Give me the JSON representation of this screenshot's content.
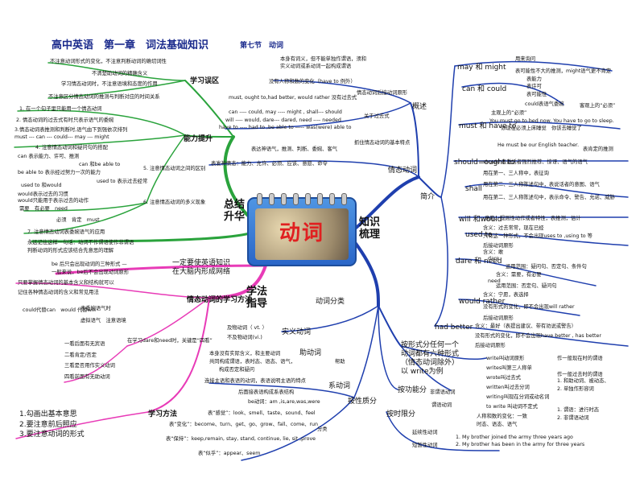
{
  "header": {
    "title": "高中英语　第一章　词法基础知识",
    "section": "第七节　动词"
  },
  "center": {
    "label": "动词"
  },
  "main_nodes": {
    "zongjie": "总结\n升华",
    "zhishi": "知识\n梳理",
    "xuefa": "学法\n指导"
  },
  "left_top": {
    "xuexi_wuqu": "学习误区",
    "wuqu_items": [
      "不注意动词形式的变化，不注意判断动词的确切词性",
      "不清楚助动词的精确含义",
      "学习情态动词时，不注意语境和态度的作用",
      "不注意区分情态动词的推测与判断对应的时间关系"
    ],
    "nengli_tisheng": "能力提升",
    "nengli_items": [
      "1. 在一个句子里只能用一个情态动词",
      "2. 情态动词的过去式有时只表示语气的委婉",
      "3.情态动词表推测和判断时,语气由下到强依次排列",
      "must --- can --- could--- may --- might",
      "4. 注意情态动词和疑问句的搭配"
    ],
    "diff_items": [
      "can 表示能力、许可、推测",
      "can 和be able to",
      "be able to 表示经过努力一次的能力",
      "used to 表示过去经常",
      "used to 和would",
      "would表示过去的习惯",
      "would只能用于表示过去的动作",
      "5. 注意情态动词之间的区别"
    ],
    "dual_items": [
      "6. 注意情态动词的多义现象",
      "需要　有必要　need",
      "必须　肯定　must",
      "7. 注意情态动词表委婉语气的应用"
    ],
    "summary": [
      "永远记住这样一句话：动词不作谓语使作非谓语",
      "判断动词的形式应该结合先意思的理解"
    ]
  },
  "left_bottom": {
    "guide": [
      "一定要使英语知识",
      "在大脑内形成网络"
    ],
    "guide_items": [
      "be 后只会出现动词的三种形式 —",
      "一般来说，be后不会出现动词原形"
    ],
    "qingtai_method": "情态动词的学习方法",
    "qingtai_items": [
      "只要掌握情态动词的基本含义和结构就可以",
      "记住各种情态动词的含义和常见用法",
      "could代替can　would 代替will",
      "表委婉语气时",
      "虚拟语气　注意语境",
      "在学习dare和need时，关键是“四看”",
      "一看后面有无宾语",
      "二看肯定/否定",
      "三看是否用作实义动词",
      "四看前面有无助动词"
    ],
    "study_method": "学习方法",
    "study_items": [
      "1.勾画出基本意思",
      "2.要注意前后照应",
      "3.要注意动词的形式"
    ]
  },
  "right_top": {
    "gaishu": "概述",
    "gaishu_items": [
      "本身有词义，但不能单独作谓语，须和",
      "实义动词或系动词一起构成谓语",
      "没有人称和数的变化（have to 例外）"
    ],
    "past_tense": "关于过去式",
    "past_items": [
      "must, ought to,had better, would rather 没有过去式",
      "can ---- could, may ---- might , shall--- should",
      "will ---- would, dare--- dared, need ---- needed",
      "have to ---- had to ,be able to ----- was(were) able to",
      "情态动词后接动词原形"
    ],
    "qinggan": "情态动词",
    "qinggan_items": [
      "表达神语气，推测、判断、委婉、客气",
      "抓住情态动词的基本特点",
      "表发神情态：能力、允许、必须、应该、意愿、命令"
    ],
    "jianjie": "简介",
    "modals": [
      "may 和 might",
      "can 和 could",
      "must 和 have to",
      "should=ought to",
      "shall",
      "will 和would",
      "used to",
      "dare 和 need",
      "would rather",
      "had better"
    ],
    "may_items": [
      "用来询问",
      "表可能性不大的推测，might语气更不肯定"
    ],
    "can_items": [
      "表能力",
      "表许可",
      "表可能性",
      "could表语气委婉"
    ],
    "must_items": [
      "主观上的“必须”",
      "客观上的“必须”",
      "You must go to bed now. You have to go to sleep.",
      "你现在必须上床睡觉　你该去睡觉了",
      "He must be our English teacher.",
      "表肯定的推测"
    ],
    "should_items": [
      "should 表说话者强烈推荐、惊讶、语气的语气"
    ],
    "shall_items": [
      "用在第一、三人称中，表征询",
      "用在第二、三人称陈述句中，表说话者的意图、语气",
      "用在第二、三人称陈述句中，表示命令、警告、允诺、威胁"
    ],
    "will_items": [
      "意愿、规则性动作或者特性，表推测，估计"
    ],
    "used_items": [
      "含义：过去常常，现在已经",
      "只有这一种形式，不会出现uses to ,using to 等",
      "后接动词原形"
    ],
    "dare_items": [
      "dare",
      "含义：敢",
      "运用范围：疑问句、否定句、条件句",
      "need",
      "含义：需要，有必要",
      "运用范围：否定句、疑问句"
    ],
    "rather_items": [
      "含义：宁愿，表选择",
      "没有形式的变化，即不会出现will rather",
      "后接动词原形"
    ],
    "better_items": [
      "含义：最好（表提出建议、带有劝说或警告）",
      "没有形式的变化，即不会出现have better , has better",
      "后接动词原形"
    ]
  },
  "right_bottom": {
    "fenlei": "动词分类",
    "forms": [
      "按形式分任何一个",
      "动词都有六种形式",
      "（情态动词除外）",
      "以 write为例"
    ],
    "form_items": [
      "write叫动词原形",
      "writes叫第三人称单",
      "wrote叫过去式",
      "written叫过去分词",
      "writing叫现在分词或动名词",
      "to write 叫动词不定式"
    ],
    "form_notes": [
      "作一般现在时的谓语",
      "作一般过去时的谓语",
      "1. 和助动词、被动态、",
      "2. 单独作形容词",
      "1. 谓语：进行时态",
      "2. 非谓语动词"
    ],
    "by_function": "按功能分",
    "func_items": [
      "非谓语动词",
      "谓语动词",
      "人称和数的变化：一致",
      "时态、语态、语气"
    ],
    "duration": "按时限分",
    "duration_items": [
      "延续性动词",
      "短暂性动词",
      "1. My brother joined the army three years ago",
      "2. My brother has been in the army for three years"
    ],
    "nature": "按性质分",
    "nature_items": [
      "实义动词",
      "及物动词（ vt. ）",
      "不及物动词(vi.)",
      "助动词",
      "帮助",
      "本身没有实际含义，和主要动词",
      "共同构成谓语，表时态、语态、语气，",
      "构成否定和疑问",
      "连接主语和表语的动词，表语说明主语的特点",
      "系动词",
      "be动词：am ,is,are,was,were",
      "表“感觉”：look、smell、taste、sound、feel",
      "表“变化”：become、turn、get、go、grow、fall、come、run",
      "表“保持”：keep,remain, stay, stand, continue, lie, sit ,prove",
      "表“似乎”：appear、seem",
      "分类",
      "后面接表语构成系表结构"
    ]
  }
}
